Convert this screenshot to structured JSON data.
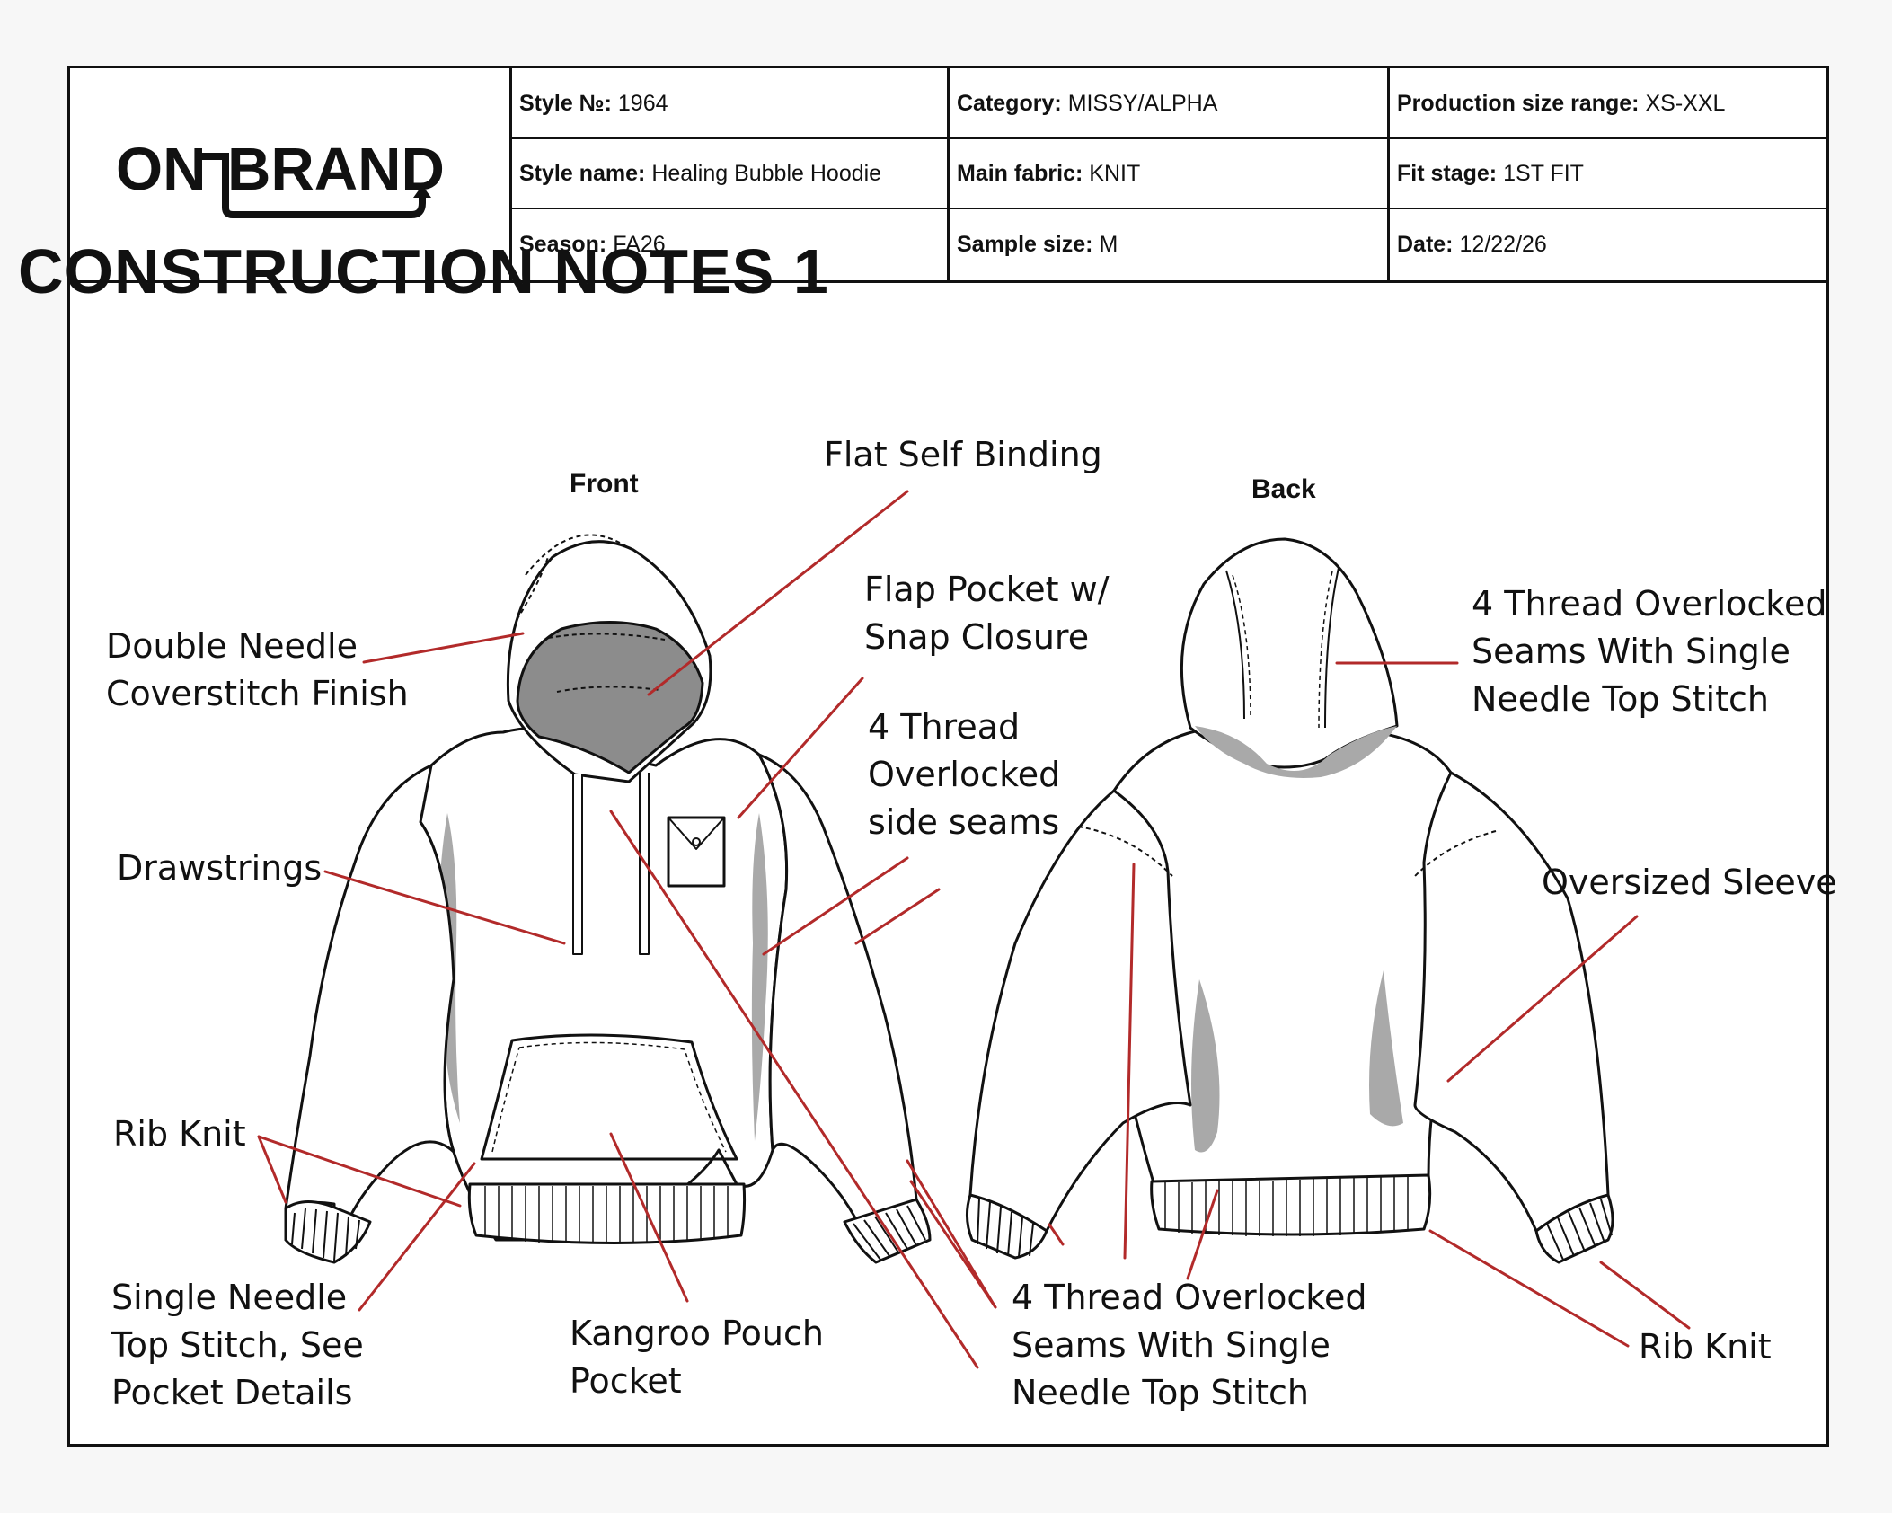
{
  "logo": {
    "text": "ON BRAND"
  },
  "header": {
    "style_no": {
      "label": "Style №:",
      "value": "1964"
    },
    "category": {
      "label": "Category:",
      "value": "MISSY/ALPHA"
    },
    "size_range": {
      "label": "Production size range:",
      "value": "XS-XXL"
    },
    "style_name": {
      "label": "Style name:",
      "value": "Healing Bubble Hoodie"
    },
    "main_fabric": {
      "label": "Main fabric:",
      "value": "KNIT"
    },
    "fit_stage": {
      "label": "Fit stage:",
      "value": "1ST FIT"
    },
    "season": {
      "label": "Season:",
      "value": "FA26"
    },
    "sample_size": {
      "label": "Sample size:",
      "value": "M"
    },
    "date": {
      "label": "Date:",
      "value": "12/22/26"
    }
  },
  "title": "CONSTRUCTION NOTES 1",
  "views": {
    "front": "Front",
    "back": "Back"
  },
  "notes": {
    "double_needle": [
      "Double Needle",
      "Coverstitch Finish"
    ],
    "flat_binding": [
      "Flat Self Binding"
    ],
    "flap_pocket": [
      "Flap Pocket w/",
      "Snap Closure"
    ],
    "side_seams": [
      "4 Thread",
      "Overlocked",
      "side seams"
    ],
    "drawstrings": [
      "Drawstrings"
    ],
    "rib_knit_left": [
      "Rib Knit"
    ],
    "single_needle": [
      "Single Needle",
      "Top Stitch, See",
      "Pocket Details"
    ],
    "kangaroo": [
      "Kangroo Pouch",
      "Pocket"
    ],
    "overlocked_bottom": [
      "4 Thread Overlocked",
      "Seams With Single",
      "Needle Top Stitch"
    ],
    "overlocked_back": [
      "4 Thread Overlocked",
      "Seams With Single",
      "Needle Top Stitch"
    ],
    "oversized_sleeve": [
      "Oversized Sleeve"
    ],
    "rib_knit_right": [
      "Rib Knit"
    ]
  },
  "colors": {
    "leader": "#b22a2a",
    "shade": "#a9a9a9",
    "hood_lining": "#8c8c8c"
  }
}
